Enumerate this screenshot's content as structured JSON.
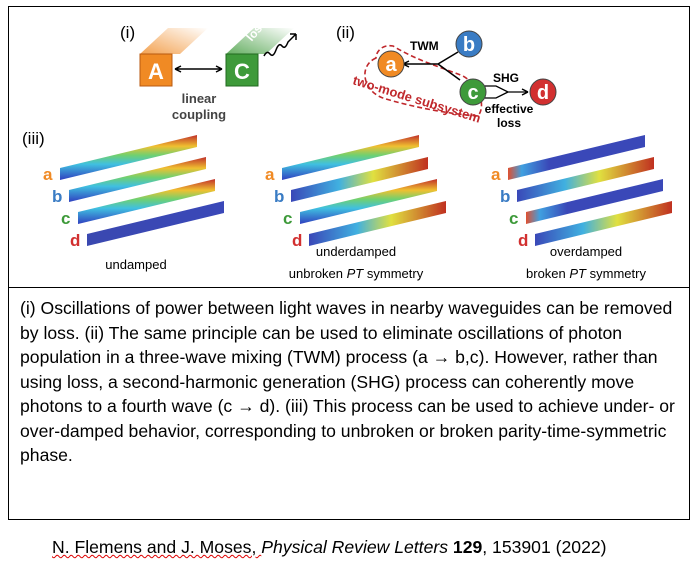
{
  "figure": {
    "panel_i": {
      "label": "(i)",
      "waveguide_a": "A",
      "waveguide_c": "C",
      "loss_label": "loss",
      "coupling_line1": "linear",
      "coupling_line2": "coupling"
    },
    "panel_ii": {
      "label": "(ii)",
      "mode_a": "a",
      "mode_b": "b",
      "mode_c": "c",
      "mode_d": "d",
      "twm_label": "TWM",
      "shg_label": "SHG",
      "effective_loss_line1": "effective",
      "effective_loss_line2": "loss",
      "subsystem_label": "two-mode subsystem"
    },
    "panel_iii": {
      "label": "(iii)",
      "row_labels": [
        "a",
        "b",
        "c",
        "d"
      ],
      "cases": [
        {
          "line1": "undamped",
          "line2_pre": "",
          "line2_it": "",
          "line2_post": ""
        },
        {
          "line1": "underdamped",
          "line2_pre": "unbroken ",
          "line2_it": "PT",
          "line2_post": " symmetry"
        },
        {
          "line1": "overdamped",
          "line2_pre": "broken ",
          "line2_it": "PT",
          "line2_post": " symmetry"
        }
      ]
    },
    "colors": {
      "a": "#f08a24",
      "b": "#3a7cc4",
      "c": "#3e9a3a",
      "d": "#d23030",
      "subsystem": "#c0282c"
    }
  },
  "caption": {
    "text": "(i) Oscillations of power between light waves in nearby waveguides can be removed by loss. (ii) The same principle can be used to eliminate oscillations of photon population in a three-wave mixing (TWM) process (a → b,c). However, rather than using loss, a second-harmonic generation (SHG) process can coherently move photons to a fourth wave (c → d). (iii) This process can be used to achieve under- or over-damped behavior, corresponding to unbroken or broken parity-time-symmetric phase."
  },
  "citation": {
    "authors": "N. Flemens and J. Moses, ",
    "journal": "Physical Review Letters",
    "volume": "129",
    "rest": ", 153901 (2022)"
  }
}
